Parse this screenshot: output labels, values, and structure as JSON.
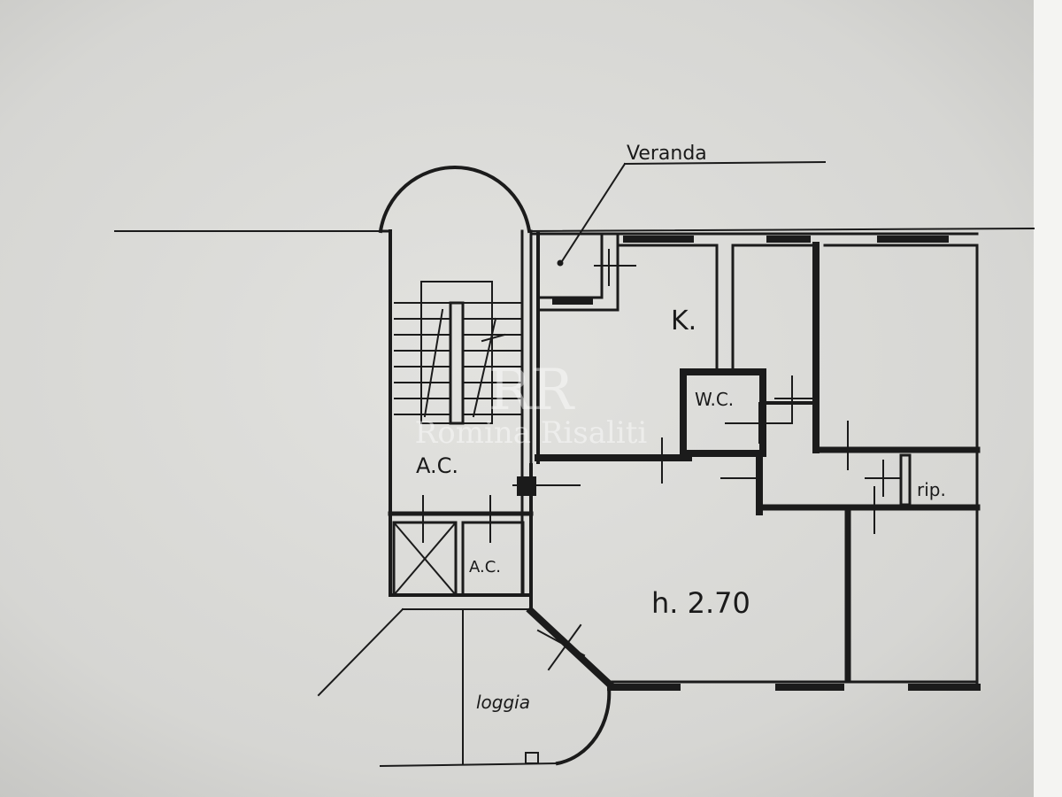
{
  "plan": {
    "labels": {
      "veranda": "Veranda",
      "kitchen": "K.",
      "wc": "W.C.",
      "ac_main": "A.C.",
      "ac_small": "A.C.",
      "rip": "rip.",
      "height": "h. 2.70",
      "loggia": "loggia"
    },
    "watermark": {
      "monogram": "RR",
      "name": "Romina Risaliti"
    }
  }
}
